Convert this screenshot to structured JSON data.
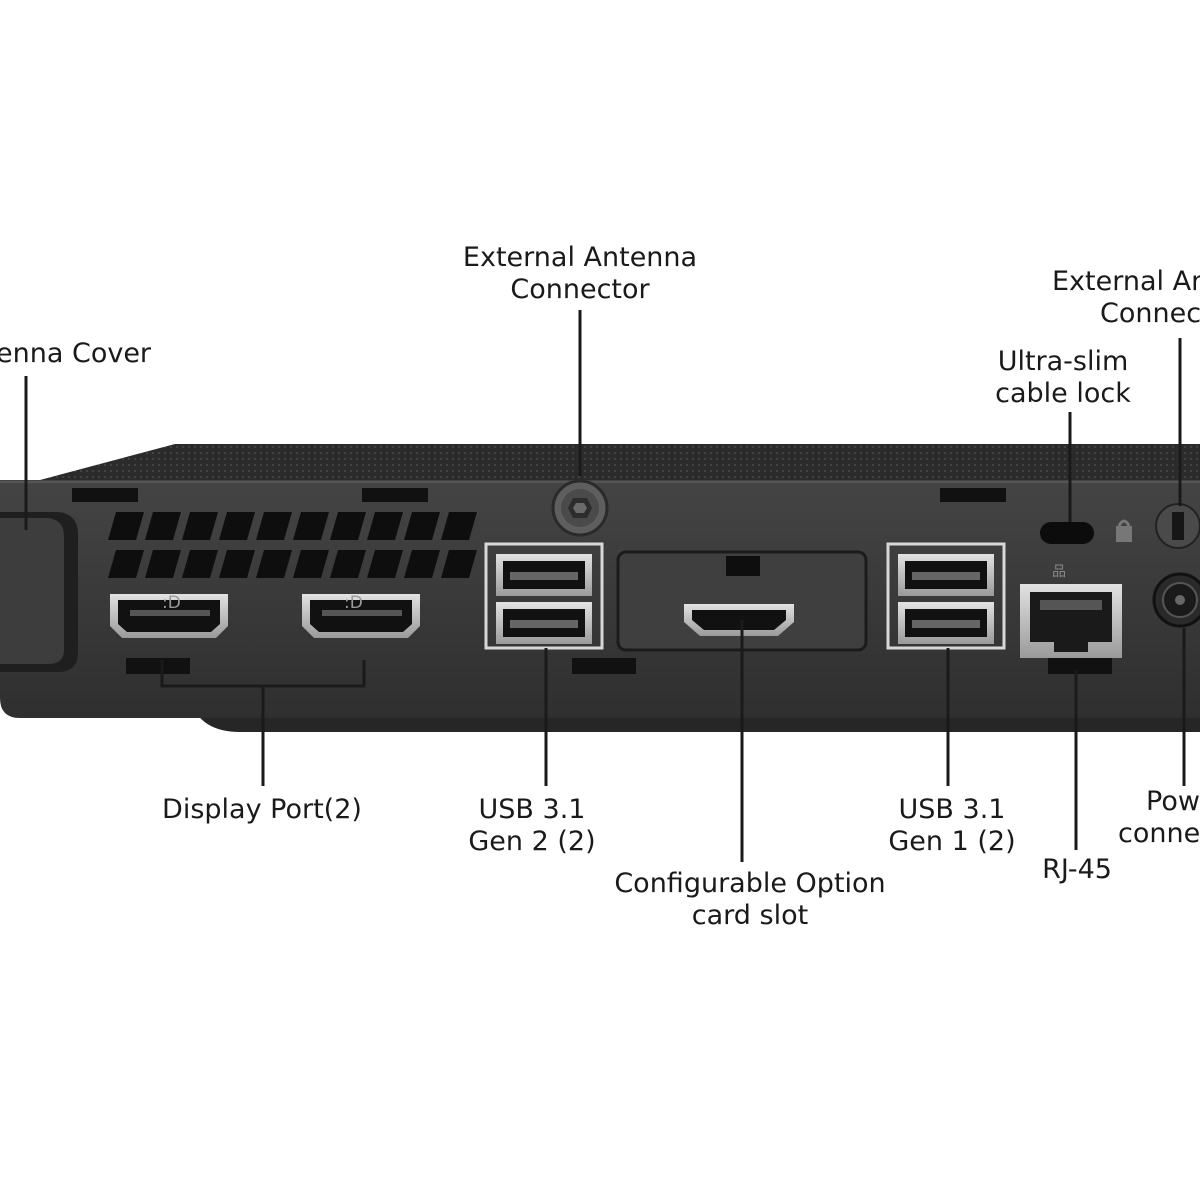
{
  "labels": {
    "antenna_cover": [
      "enna Cover"
    ],
    "ext_antenna_left": [
      "External Antenna",
      "Connector"
    ],
    "ext_antenna_right": [
      "External An",
      "Connec"
    ],
    "cable_lock": [
      "Ultra-slim",
      "cable lock"
    ],
    "display_port": [
      "Display Port(2)"
    ],
    "usb_gen2": [
      "USB 3.1",
      "Gen 2 (2)"
    ],
    "option_slot": [
      "Configurable Option",
      "card slot"
    ],
    "usb_gen1": [
      "USB 3.1",
      "Gen 1 (2)"
    ],
    "rj45": [
      "RJ-45"
    ],
    "power": [
      "Pow",
      "conne"
    ]
  },
  "colors": {
    "chassis": "#3a3a3a",
    "chassis_top": "#2c2c2c",
    "port_metal": "#c9c9c9",
    "callout_line": "#1a1a1a",
    "text": "#1a1a1a"
  }
}
